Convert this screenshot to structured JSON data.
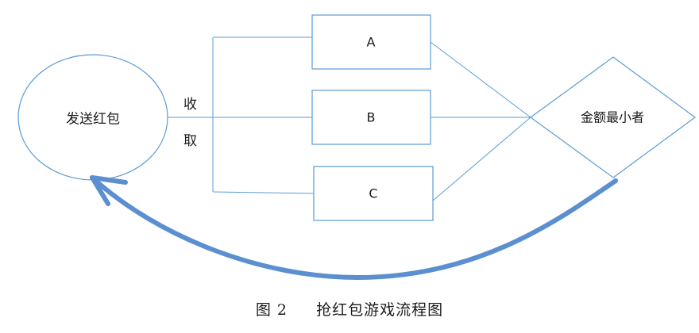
{
  "nodes": {
    "start": {
      "label": "发送红包"
    },
    "option_a": {
      "label": "A"
    },
    "option_b": {
      "label": "B"
    },
    "option_c": {
      "label": "C"
    },
    "decision": {
      "label": "金额最小者"
    }
  },
  "connector_label": {
    "line1": "收",
    "line2": "取"
  },
  "caption": {
    "figure_number": "图 2",
    "title": "抢红包游戏流程图"
  },
  "colors": {
    "stroke": "#5b9bd5",
    "arrow": "#5b8fd0",
    "text": "#1a1a1a"
  }
}
